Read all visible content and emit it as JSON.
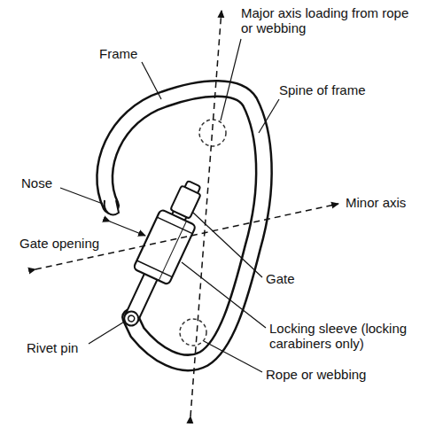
{
  "diagram": {
    "labels": [
      "Frame",
      "Major axis loading from rope or webbing",
      "Spine of frame",
      "Nose",
      "Minor axis",
      "Gate opening",
      "Gate",
      "Rivet pin",
      "Locking sleeve (locking carabiners only)",
      "Rope or webbing"
    ]
  }
}
